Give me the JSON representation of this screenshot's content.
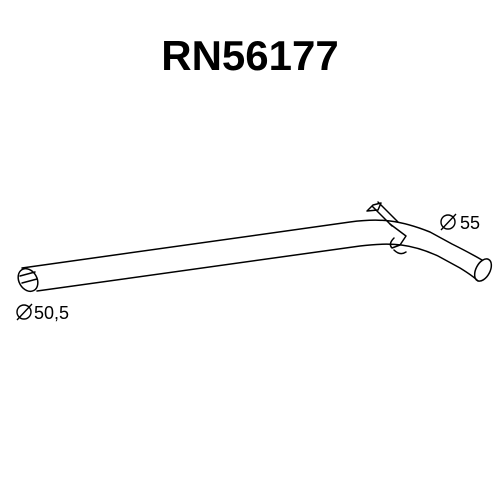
{
  "title": "RN56177",
  "dimensions": {
    "outlet_diameter": "55",
    "inlet_diameter": "50,5"
  },
  "colors": {
    "line": "#000000",
    "background": "#ffffff"
  }
}
